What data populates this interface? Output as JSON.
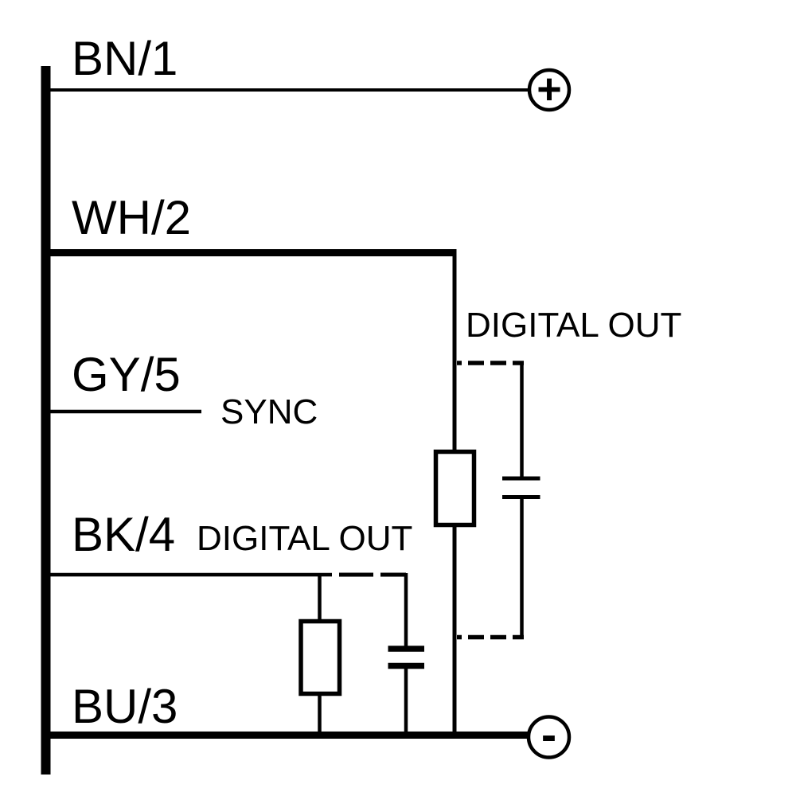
{
  "diagram": {
    "background_color": "#ffffff",
    "line_color": "#000000",
    "pins": [
      {
        "label": "BN/1"
      },
      {
        "label": "WH/2"
      },
      {
        "label": "GY/5"
      },
      {
        "label": "BK/4"
      },
      {
        "label": "BU/3"
      }
    ],
    "annotations": {
      "sync": "SYNC",
      "digital_out_right": "DIGITAL OUT",
      "digital_out_left": "DIGITAL OUT"
    },
    "terminals": {
      "positive": "+",
      "negative": "-"
    }
  }
}
